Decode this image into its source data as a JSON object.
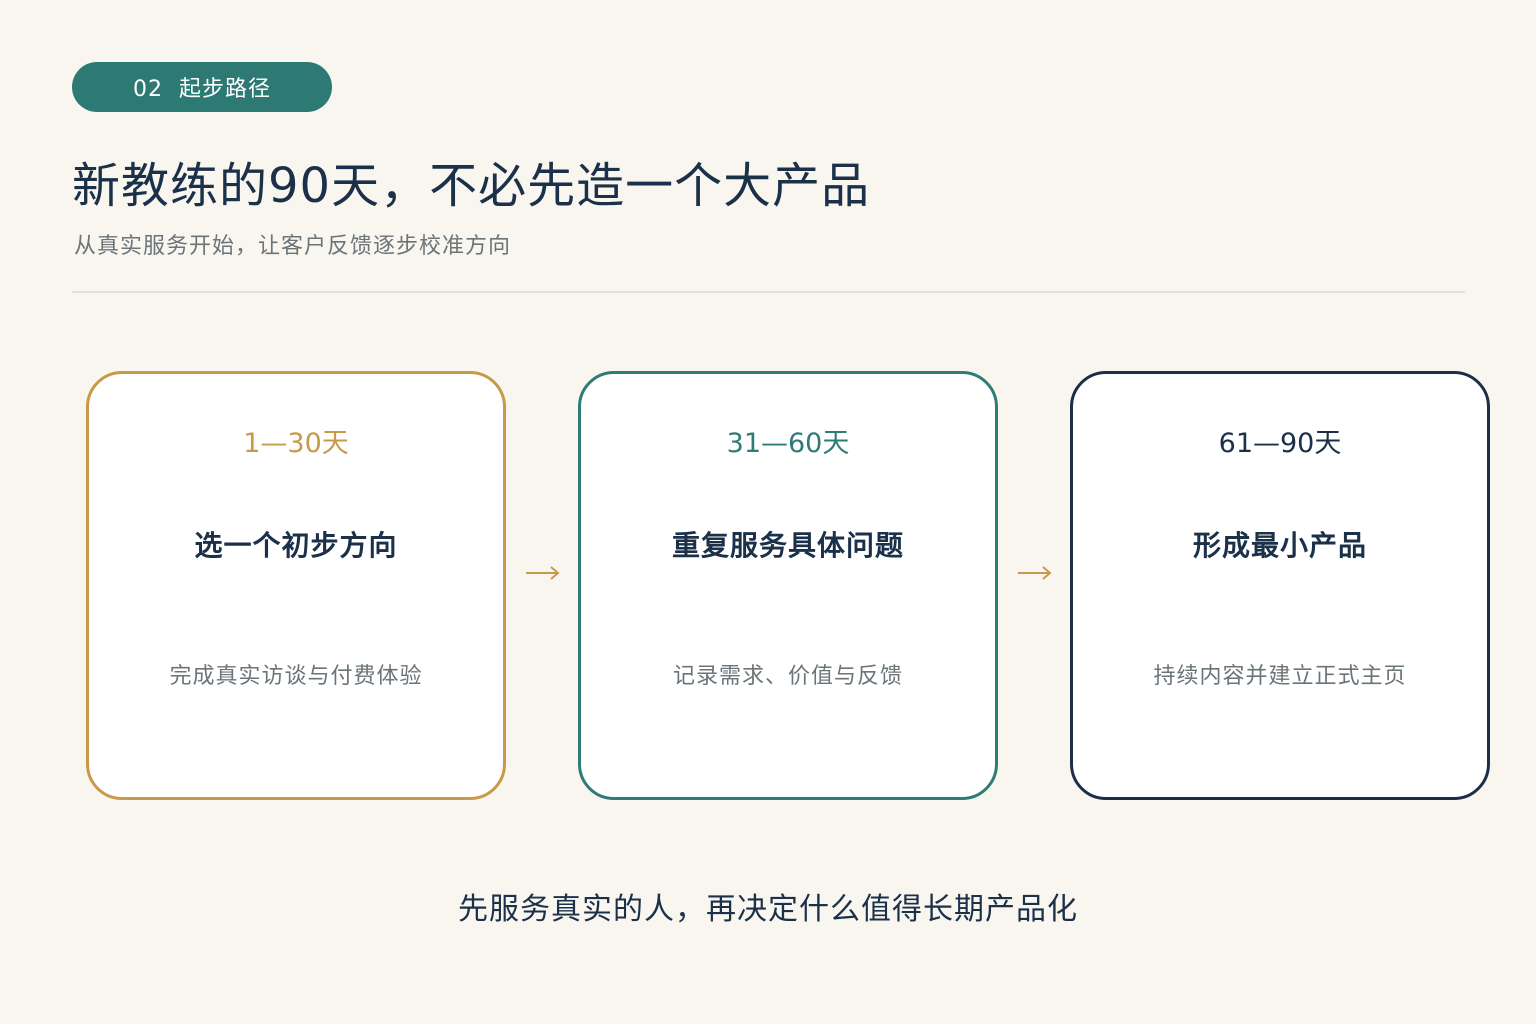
{
  "header": {
    "section_label": "02  起步路径",
    "title": "新教练的90天，不必先造一个大产品",
    "subtitle": "从真实服务开始，让客户反馈逐步校准方向"
  },
  "stages": [
    {
      "period": "1—30天",
      "title": "选一个初步方向",
      "description": "完成真实访谈与付费体验",
      "color": "#c9994a"
    },
    {
      "period": "31—60天",
      "title": "重复服务具体问题",
      "description": "记录需求、价值与反馈",
      "color": "#2f7b76"
    },
    {
      "period": "61—90天",
      "title": "形成最小产品",
      "description": "持续内容并建立正式主页",
      "color": "#1b2f48"
    }
  ],
  "arrows": {
    "icon": "arrow-right-icon",
    "color": "#c9994a"
  },
  "footer": {
    "note": "先服务真实的人，再决定什么值得长期产品化"
  },
  "colors": {
    "background": "#f9f6f0",
    "accent_teal": "#2d7a74",
    "text_dark": "#1b3049",
    "text_muted": "#6b7478"
  }
}
